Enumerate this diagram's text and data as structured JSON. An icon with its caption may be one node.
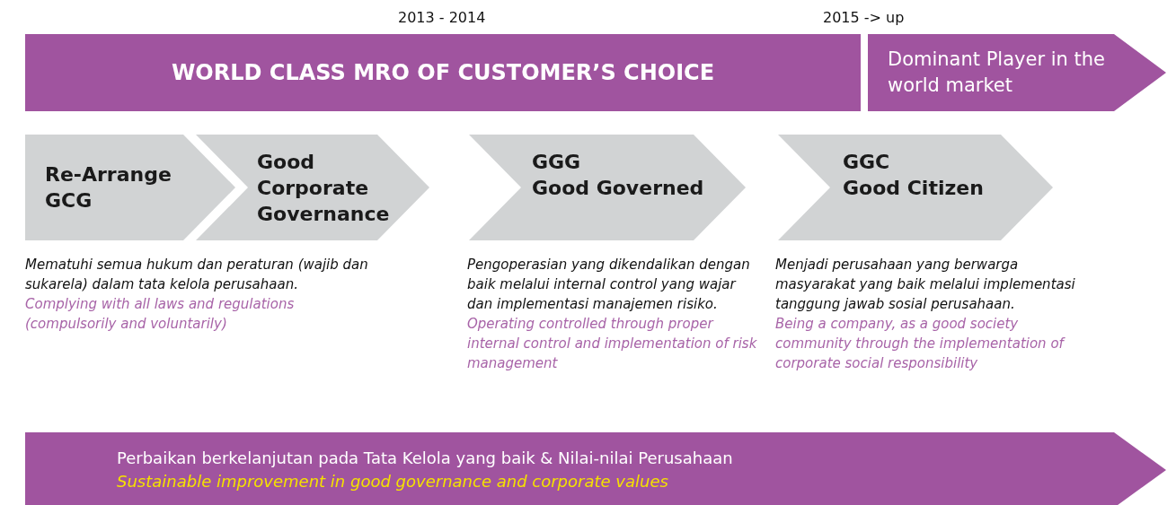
{
  "diagram": {
    "nodes": [
      {
        "text": [
          "WORLD CLASS MRO OF CUSTOMER’S CHOICE"
        ]
      },
      {
        "text": [
          "Dominant Player in the world market"
        ]
      },
      {
        "text": [
          "Re-Arrange GCG"
        ],
        "beside": [
          "Mematuhi semua hukum dan peraturan (wajib dan sukarela) dalam tata kelola perusahaan.",
          "Complying with all laws and regulations (compulsorily and voluntarily)"
        ]
      },
      {
        "text": [
          "Good Corporate Governance"
        ]
      },
      {
        "text": [
          "GGG",
          "Good Governed"
        ],
        "beside": [
          "Pengoperasian yang dikendalikan dengan baik melalui internal control yang wajar dan implementasi manajemen risiko.",
          "Operating controlled through proper internal control and implementation of risk management"
        ]
      },
      {
        "text": [
          "GGC",
          "Good Citizen"
        ],
        "beside": [
          "Menjadi perusahaan yang berwarga masyarakat yang baik melalui implementasi tanggung jawab sosial perusahaan.",
          "Being a company, as a good society community through the implementation of corporate social responsibility"
        ]
      },
      {
        "text": [
          "Perbaikan berkelanjutan pada Tata Kelola yang baik & Nilai-nilai Perusahaan",
          "Sustainable improvement in good governance and corporate values"
        ]
      }
    ],
    "labels": [
      "2013 - 2014",
      "2015 -> up"
    ]
  }
}
